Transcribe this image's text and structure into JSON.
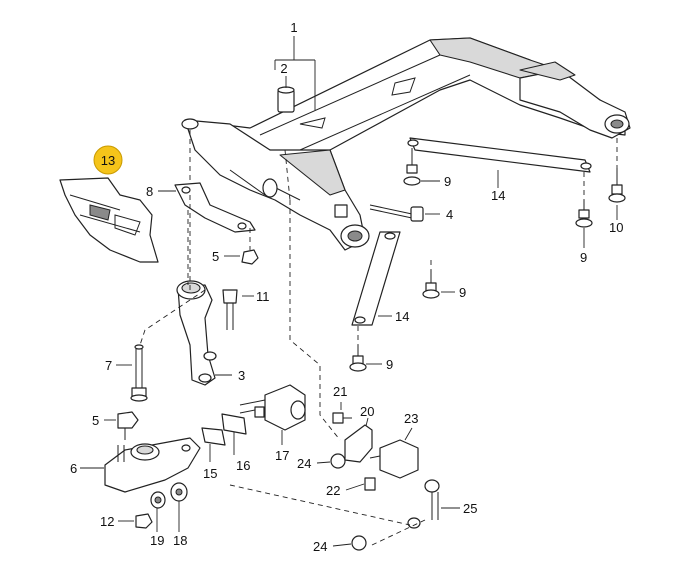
{
  "diagram": {
    "callouts": {
      "c1": "1",
      "c2": "2",
      "c3": "3",
      "c4": "4",
      "c5a": "5",
      "c5b": "5",
      "c6": "6",
      "c7": "7",
      "c8": "8",
      "c9a": "9",
      "c9b": "9",
      "c9c": "9",
      "c9d": "9",
      "c10": "10",
      "c11": "11",
      "c12": "12",
      "c13": "13",
      "c14a": "14",
      "c14b": "14",
      "c15": "15",
      "c16": "16",
      "c17": "17",
      "c18": "18",
      "c19": "19",
      "c20": "20",
      "c21": "21",
      "c22": "22",
      "c23": "23",
      "c24a": "24",
      "c24b": "24",
      "c25": "25"
    },
    "highlight_color": "#f5c41a",
    "highlighted_part": "13"
  }
}
